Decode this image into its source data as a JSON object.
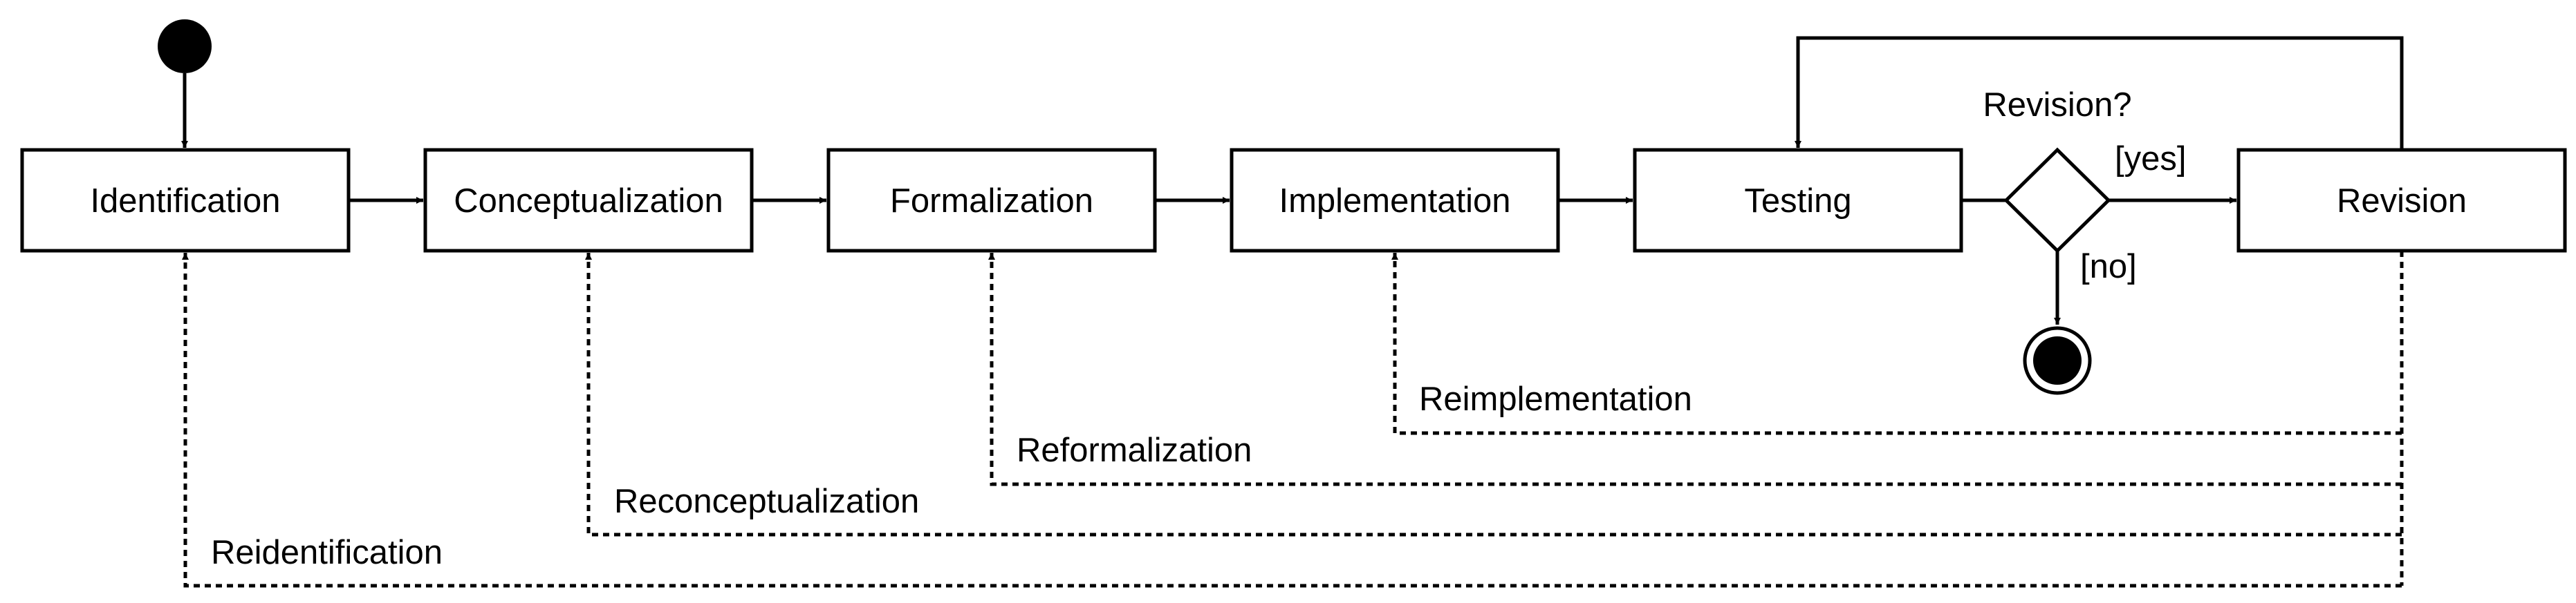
{
  "diagram": {
    "nodes": {
      "identification": "Identification",
      "conceptualization": "Conceptualization",
      "formalization": "Formalization",
      "implementation": "Implementation",
      "testing": "Testing",
      "revision": "Revision"
    },
    "decision": {
      "question": "Revision?",
      "yes": "[yes]",
      "no": "[no]"
    },
    "feedback": {
      "reimplementation": "Reimplementation",
      "reformalization": "Reformalization",
      "reconceptualization": "Reconceptualization",
      "reidentification": "Reidentification"
    }
  }
}
